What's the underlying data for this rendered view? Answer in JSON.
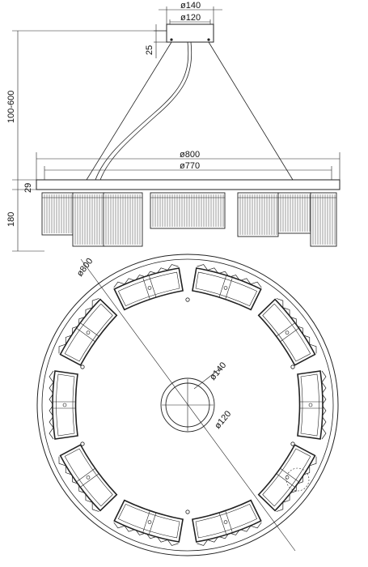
{
  "dimensions": {
    "canopy_outer": "ø140",
    "canopy_inner": "ø120",
    "canopy_height": "25",
    "suspension": "100-600",
    "ring_outer": "ø800",
    "ring_inner": "ø770",
    "ring_height": "29",
    "crystal_height": "180",
    "plan_diameter": "ø800",
    "plan_canopy_outer": "ø140",
    "plan_canopy_inner": "ø120"
  },
  "plan": {
    "crystal_module_count": 10,
    "mount_point_count": 6
  }
}
